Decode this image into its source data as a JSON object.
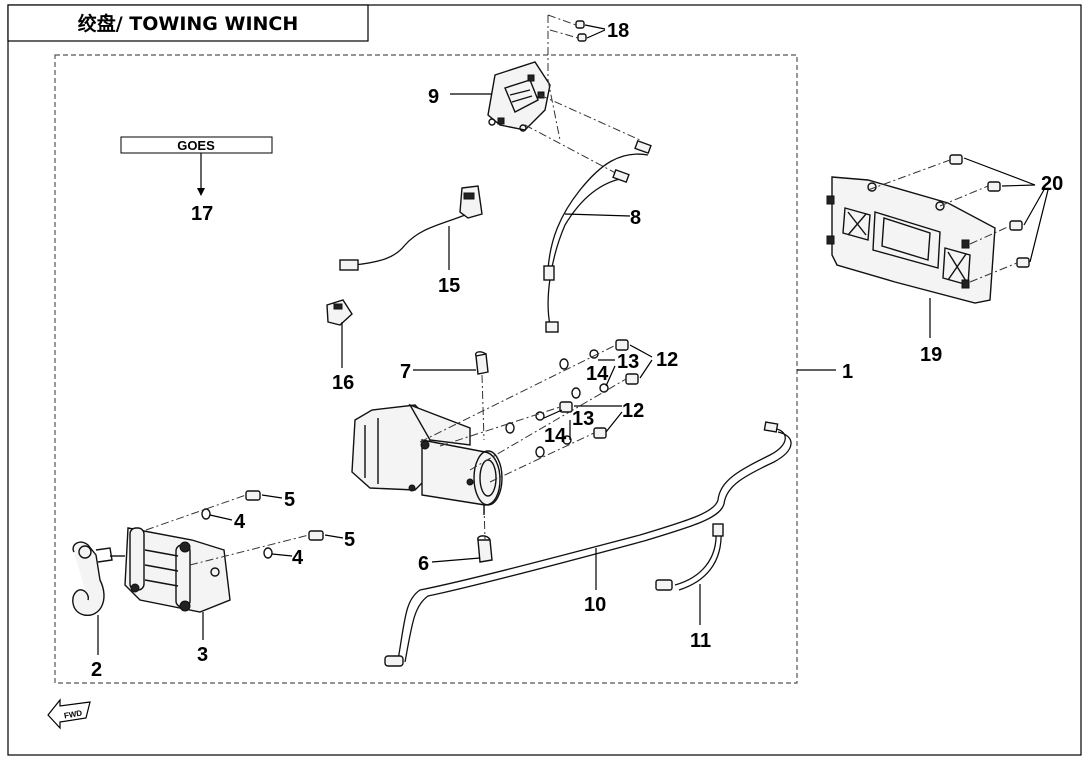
{
  "title": "绞盘/ TOWING WINCH",
  "label_box_text": "GOES",
  "fwd_label": "FWD",
  "callouts": [
    "1",
    "2",
    "3",
    "4",
    "4",
    "5",
    "5",
    "6",
    "7",
    "8",
    "9",
    "10",
    "11",
    "12",
    "12",
    "13",
    "13",
    "14",
    "14",
    "15",
    "16",
    "17",
    "18",
    "19",
    "20"
  ],
  "icons": [
    "fwd-arrow-icon"
  ]
}
